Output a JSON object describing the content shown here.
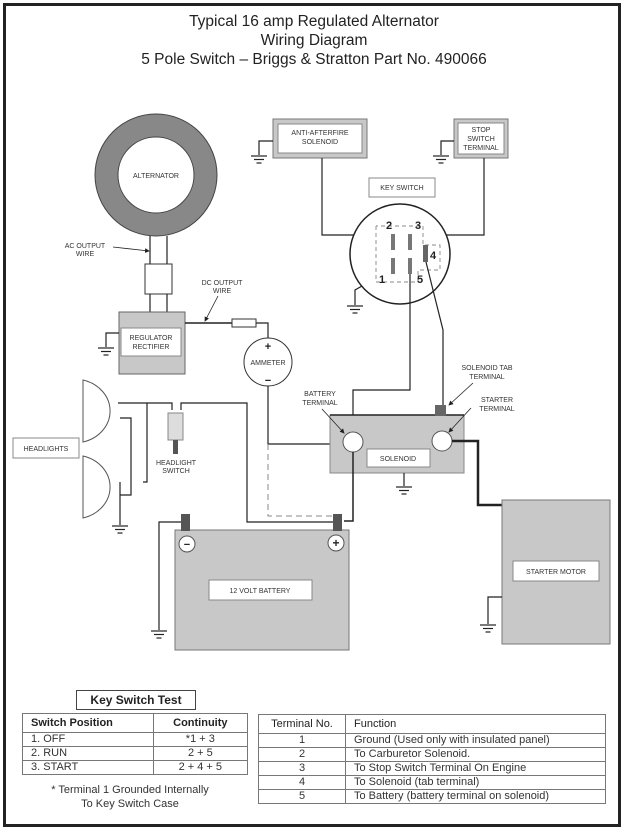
{
  "title": {
    "line1": "Typical 16 amp Regulated Alternator",
    "line2": "Wiring Diagram",
    "line3": "5 Pole Switch – Briggs & Stratton Part No. 490066"
  },
  "diagram": {
    "components": {
      "alternator": "ALTERNATOR",
      "ac_output_wire_1": "AC OUTPUT",
      "ac_output_wire_2": "WIRE",
      "dc_output_wire_1": "DC OUTPUT",
      "dc_output_wire_2": "WIRE",
      "regulator_1": "REGULATOR",
      "regulator_2": "RECTIFIER",
      "ammeter": "AMMETER",
      "ammeter_plus": "+",
      "ammeter_minus": "−",
      "anti_afterfire_1": "ANTI-AFTERFIRE",
      "anti_afterfire_2": "SOLENOID",
      "stop_switch_1": "STOP",
      "stop_switch_2": "SWITCH",
      "stop_switch_3": "TERMINAL",
      "key_switch": "KEY SWITCH",
      "headlights": "HEADLIGHTS",
      "headlight_switch_1": "HEADLIGHT",
      "headlight_switch_2": "SWITCH",
      "battery_terminal_1": "BATTERY",
      "battery_terminal_2": "TERMINAL",
      "solenoid_tab_1": "SOLENOID TAB",
      "solenoid_tab_2": "TERMINAL",
      "starter_terminal_1": "STARTER",
      "starter_terminal_2": "TERMINAL",
      "solenoid": "SOLENOID",
      "battery": "12 VOLT BATTERY",
      "battery_neg": "−",
      "battery_pos": "+",
      "starter_motor": "STARTER MOTOR"
    },
    "key_switch_terminals": [
      "1",
      "2",
      "3",
      "4",
      "5"
    ]
  },
  "key_switch_test": {
    "title": "Key Switch Test",
    "headers": [
      "Switch Position",
      "Continuity"
    ],
    "rows": [
      [
        "1.  OFF",
        "*1 + 3"
      ],
      [
        "2.  RUN",
        "2 + 5"
      ],
      [
        "3.  START",
        "2 + 4 + 5"
      ]
    ],
    "note_line1": "* Terminal 1 Grounded Internally",
    "note_line2": "To Key Switch Case"
  },
  "terminal_table": {
    "headers": [
      "Terminal No.",
      "Function"
    ],
    "rows": [
      [
        "1",
        "Ground (Used only with insulated panel)"
      ],
      [
        "2",
        "To Carburetor Solenoid."
      ],
      [
        "3",
        "To Stop Switch Terminal On Engine"
      ],
      [
        "4",
        "To Solenoid (tab terminal)"
      ],
      [
        "5",
        "To Battery (battery terminal on solenoid)"
      ]
    ]
  }
}
